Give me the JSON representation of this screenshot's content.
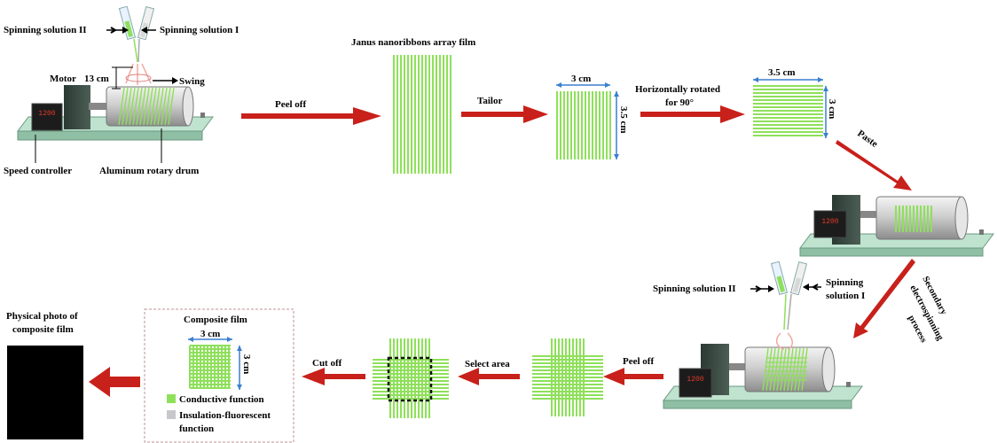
{
  "labels": {
    "spinning_solution_ii": "Spinning solution II",
    "spinning_solution_i": "Spinning solution I",
    "motor": "Motor",
    "distance_13cm": "13 cm",
    "swing": "Swing",
    "speed_controller": "Speed controller",
    "aluminum_drum": "Aluminum rotary drum",
    "peel_off": "Peel off",
    "janus_film": "Janus nanoribbons array film",
    "tailor": "Tailor",
    "dim_3cm": "3 cm",
    "dim_35cm": "3.5 cm",
    "horizontally_rotated_1": "Horizontally rotated",
    "horizontally_rotated_2": "for 90°",
    "paste": "Paste",
    "spinning_solution_i_line1": "Spinning",
    "spinning_solution_i_line2": "solution I",
    "secondary_1": "Secondary",
    "secondary_2": "electrospinning",
    "secondary_3": "process",
    "peel_off_2": "Peel off",
    "select_area": "Select area",
    "cut_off": "Cut off",
    "composite_film": "Composite film",
    "conductive_function": "Conductive function",
    "insulation_fluorescent_1": "Insulation-fluorescent",
    "insulation_fluorescent_2": "function",
    "physical_photo_1": "Physical photo of",
    "physical_photo_2": "composite film",
    "controller_display": "1200"
  },
  "colors": {
    "ribbon_green": "#8ee05a",
    "arrow_red": "#c8201a",
    "dimension_blue": "#3a7fd0",
    "base_green": "#bfe3cf",
    "drum_gray": "#d8d8d8",
    "legend_gray": "#c8c8cc"
  }
}
